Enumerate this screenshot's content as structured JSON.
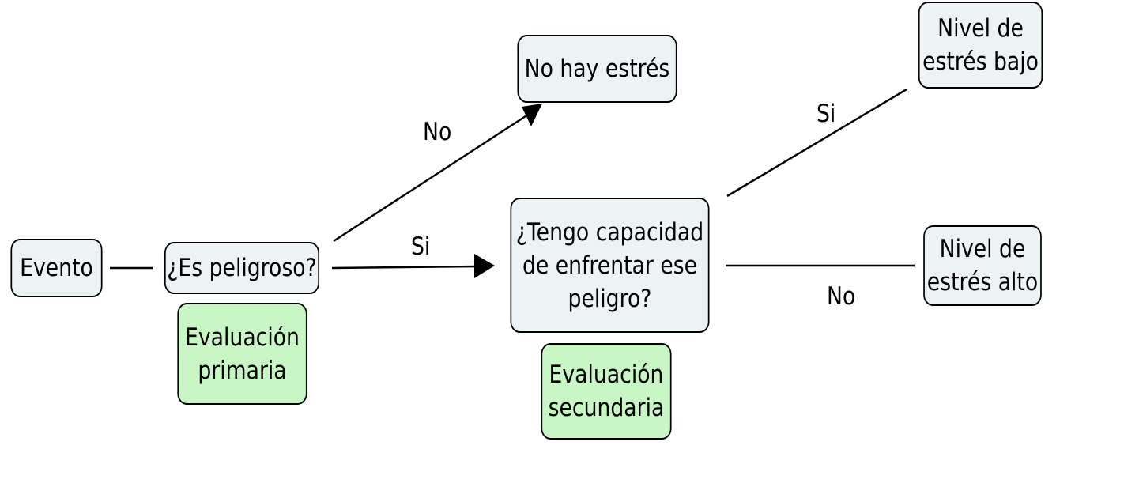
{
  "diagram": {
    "nodes": {
      "evento": "Evento",
      "es_peligroso": "¿Es peligroso?",
      "evaluacion_primaria": "Evaluación\nprimaria",
      "no_hay_estres": "No hay estrés",
      "capacidad": "¿Tengo capacidad\nde enfrentar ese\npeligro?",
      "evaluacion_secundaria": "Evaluación\nsecundaria",
      "estres_bajo": "Nivel de\nestrés bajo",
      "estres_alto": "Nivel de\nestrés alto"
    },
    "edge_labels": {
      "peligro_no": "No",
      "peligro_si": "Si",
      "capacidad_si": "Si",
      "capacidad_no": "No"
    },
    "colors": {
      "node_fill": "#edf3f5",
      "annotation_fill": "#c8f7c5",
      "stroke": "#000000"
    }
  }
}
